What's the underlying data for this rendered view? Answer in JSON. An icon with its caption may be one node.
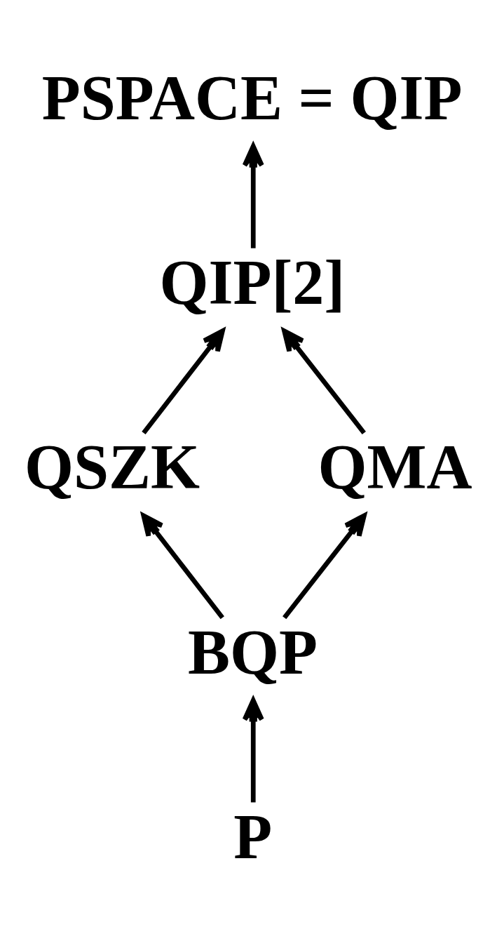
{
  "diagram": {
    "nodes": [
      {
        "text": [
          "PSPACE = QIP"
        ]
      },
      {
        "text": [
          "QIP[2]"
        ]
      },
      {
        "text": [
          "QSZK"
        ]
      },
      {
        "text": [
          "QMA"
        ]
      },
      {
        "text": [
          "BQP"
        ]
      },
      {
        "text": [
          "P"
        ]
      }
    ],
    "edges": [
      {
        "from": 1,
        "to": 0,
        "arrow": "to"
      },
      {
        "from": 2,
        "to": 1,
        "arrow": "to"
      },
      {
        "from": 3,
        "to": 1,
        "arrow": "to"
      },
      {
        "from": 4,
        "to": 2,
        "arrow": "to"
      },
      {
        "from": 4,
        "to": 3,
        "arrow": "to"
      },
      {
        "from": 5,
        "to": 4,
        "arrow": "to"
      }
    ]
  }
}
